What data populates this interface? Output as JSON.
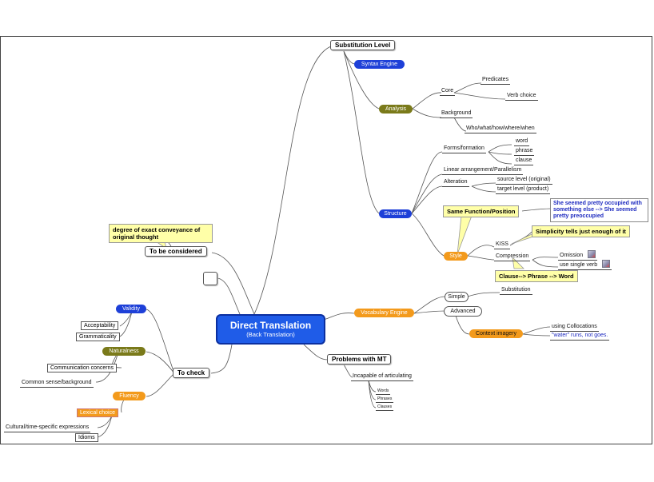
{
  "central": {
    "title": "Direct Translation",
    "subtitle": "(Back Translation)"
  },
  "substitution": {
    "label": "Substitution Level",
    "syntax_engine": "Syntax Engine",
    "analysis": "Analysis",
    "core": "Core",
    "predicates": "Predicates",
    "verb_choice": "Verb choice",
    "background": "Background",
    "who_what": "Who/what/how/where/when",
    "structure": "Structure",
    "forms": "Forms/formation",
    "word": "word",
    "phrase": "phrase",
    "clause": "clause",
    "linear": "Linear arrangement/Parallelism",
    "alteration": "Alteration",
    "source_level": "source level (original)",
    "target_level": "target level (product)",
    "same_function": "Same Function/Position",
    "occupied_note": "She seemed pretty occupied with something else --> She seemed pretty preoccupied",
    "style": "Style",
    "kiss": "KISS",
    "simplicity": "Simplicity tells just enough of it",
    "compression": "Compression",
    "omission": "Omission",
    "use_single_verb": "use single verb",
    "clause_phrase_word": "Clause--> Phrase --> Word",
    "vocabulary_engine": "Vocabulary Engine",
    "simple": "Simple",
    "substitution": "Substitution",
    "advanced": "Advanced",
    "context_imagery": "Context imagery",
    "using_collocations": "using Collocations",
    "water_runs": "\"water\" runs, not goes."
  },
  "problems": {
    "label": "Problems with MT",
    "incapable": "Incapable of articulating",
    "words": "Words",
    "phrases": "Phrases",
    "clauses": "Clauses"
  },
  "considered": {
    "label": "To be considered",
    "note": "degree of exact conveyance of original thought"
  },
  "to_check": {
    "label": "To check",
    "validity": "Validity",
    "acceptability": "Acceptability",
    "grammaticality": "Grammaticality",
    "naturalness": "Naturalness",
    "communication": "Communication concerns",
    "common_sense": "Common sense/background",
    "fluency": "Fluency",
    "lexical_choice": "Lexical choice",
    "cultural": "Cultural/time-specific expressions",
    "idioms": "Idioms"
  },
  "colors": {
    "blue": "#1e40d8",
    "olive": "#7a7a1a",
    "orange": "#f39a1c",
    "note": "#ffffa8"
  },
  "icons": [
    "attachment-icon"
  ]
}
